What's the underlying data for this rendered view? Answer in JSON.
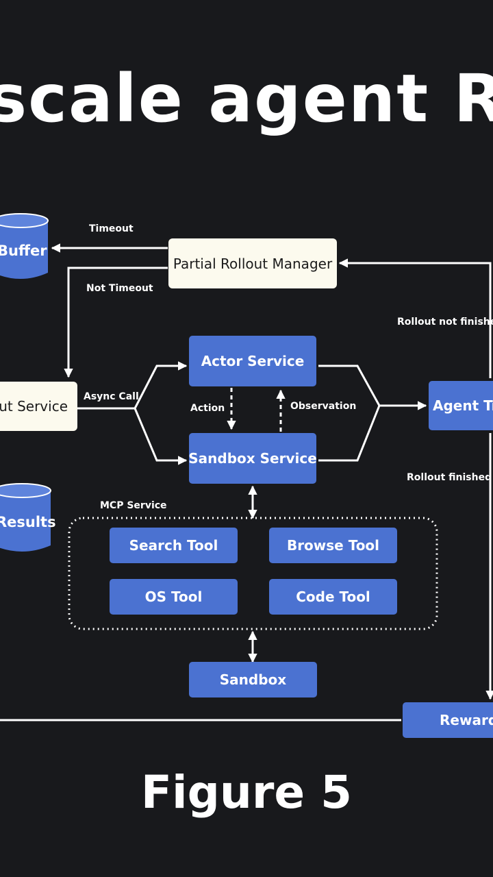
{
  "title": "scale agent RL i",
  "figure_label": "Figure 5",
  "nodes": {
    "buffer": "Buffer",
    "results": "Results",
    "partial_rollout_manager": "Partial Rollout Manager",
    "rollout_service": "ut Service",
    "actor_service": "Actor Service",
    "sandbox_service": "Sandbox Service",
    "agent_trainer": "Agent Tr",
    "reward": "Reward",
    "search_tool": "Search Tool",
    "browse_tool": "Browse Tool",
    "os_tool": "OS Tool",
    "code_tool": "Code Tool",
    "sandbox": "Sandbox"
  },
  "edge_labels": {
    "timeout": "Timeout",
    "not_timeout": "Not Timeout",
    "async_call": "Async Call",
    "action": "Action",
    "observation": "Observation",
    "rollout_not_finished": "Rollout not finished",
    "rollout_finished": "Rollout finished",
    "mcp_service": "MCP Service"
  },
  "colors": {
    "background": "#18191c",
    "service_blue": "#4b72d1",
    "manager_cream": "#fcfaee",
    "line": "#ffffff"
  }
}
